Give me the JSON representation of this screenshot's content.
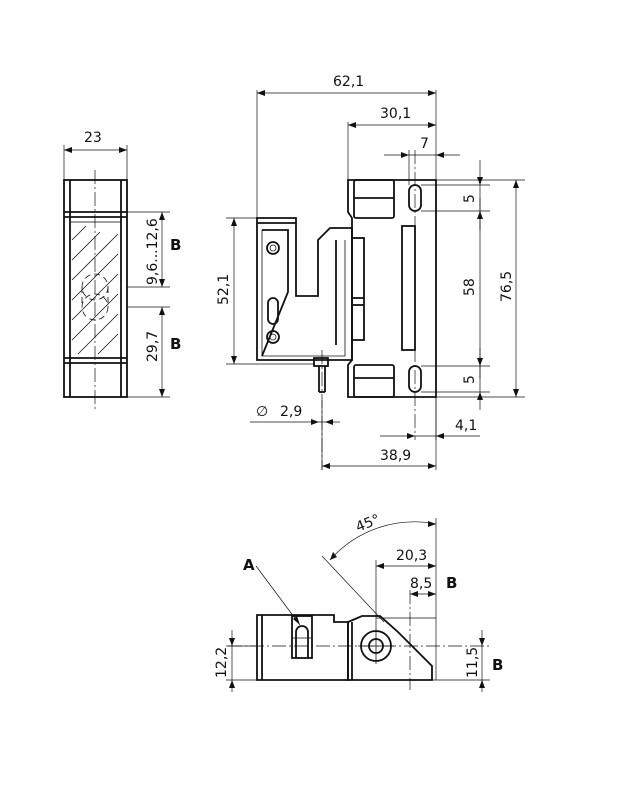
{
  "dimensions": {
    "width_left_view": "23",
    "clamp_range": "9,6...12,6",
    "offset_lower": "29,7",
    "total_width": "62,1",
    "half_width": "30,1",
    "slot_offset": "7",
    "slot_upper": "5",
    "slot_lower": "5",
    "height_body": "52,1",
    "slot_distance": "58",
    "total_height": "76,5",
    "pin_diameter": "2,9",
    "width_right": "38,9",
    "small_offset": "4,1",
    "angle": "45°",
    "lever_width": "20,3",
    "lever_offset": "8,5",
    "hinge_height_left": "12,2",
    "hinge_height_right": "11,5"
  },
  "markers": {
    "section_b": "B",
    "detail_a": "A",
    "diameter_symbol": "∅"
  }
}
